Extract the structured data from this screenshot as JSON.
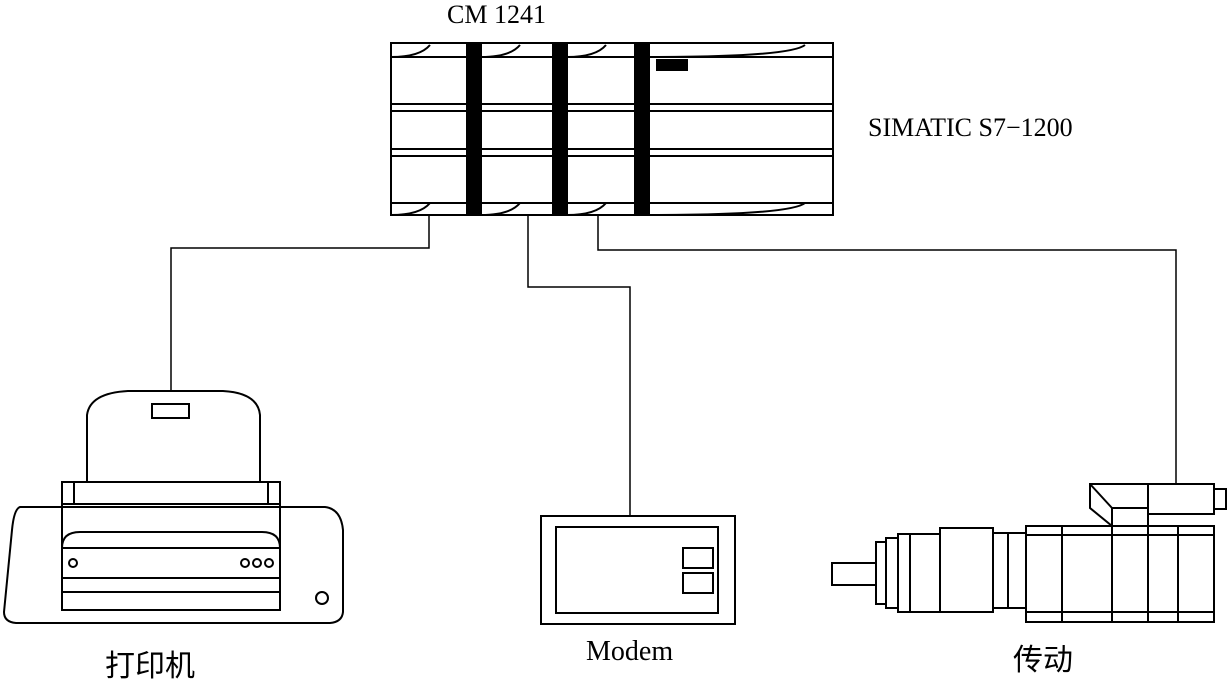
{
  "labels": {
    "comm_module": "CM 1241",
    "plc": "SIMATIC S7−1200",
    "modem": "Modem",
    "printer": "打印机",
    "drive": "传动"
  }
}
